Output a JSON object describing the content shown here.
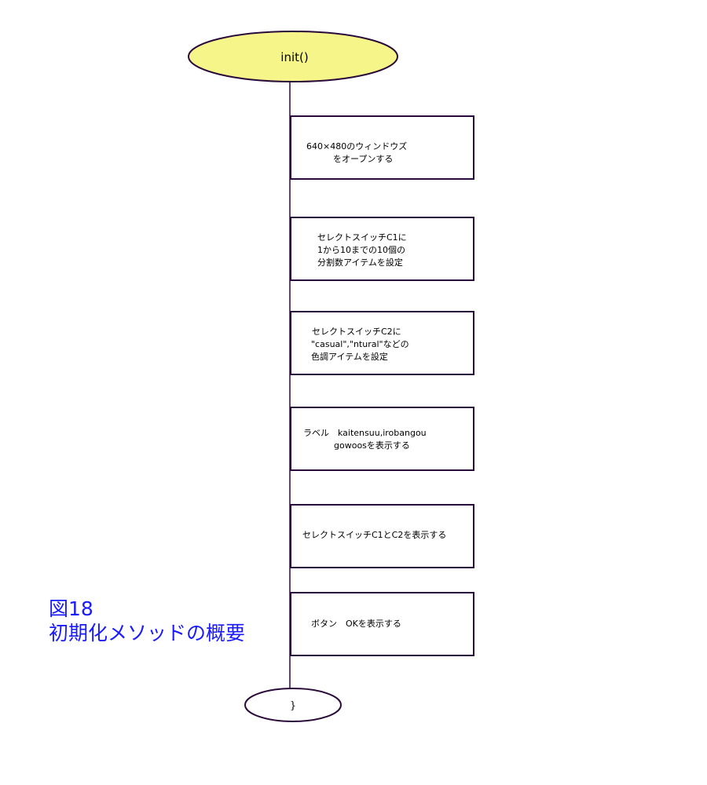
{
  "flowchart": {
    "start": {
      "label": "init()",
      "fill": "#f5f58a"
    },
    "steps": [
      [
        "640×480のウィンドウズ",
        "をオープンする"
      ],
      [
        "セレクトスイッチC1に",
        "1から10までの10個の",
        "分割数アイテムを設定"
      ],
      [
        "セレクトスイッチC2に",
        "\"casual\",\"ntural\"などの",
        "色調アイテムを設定"
      ],
      [
        "ラベル　kaitensuu,irobangou",
        "gowoosを表示する"
      ],
      [
        "セレクトスイッチC1とC2を表示する"
      ],
      [
        "ボタン　OKを表示する"
      ]
    ],
    "end": {
      "label": "}"
    }
  },
  "caption": {
    "line1": "図18",
    "line2": "初期化メソッドの概要",
    "color": "#1a1aff"
  },
  "colors": {
    "stroke": "#2a0a3a",
    "start_fill": "#f5f58a"
  }
}
